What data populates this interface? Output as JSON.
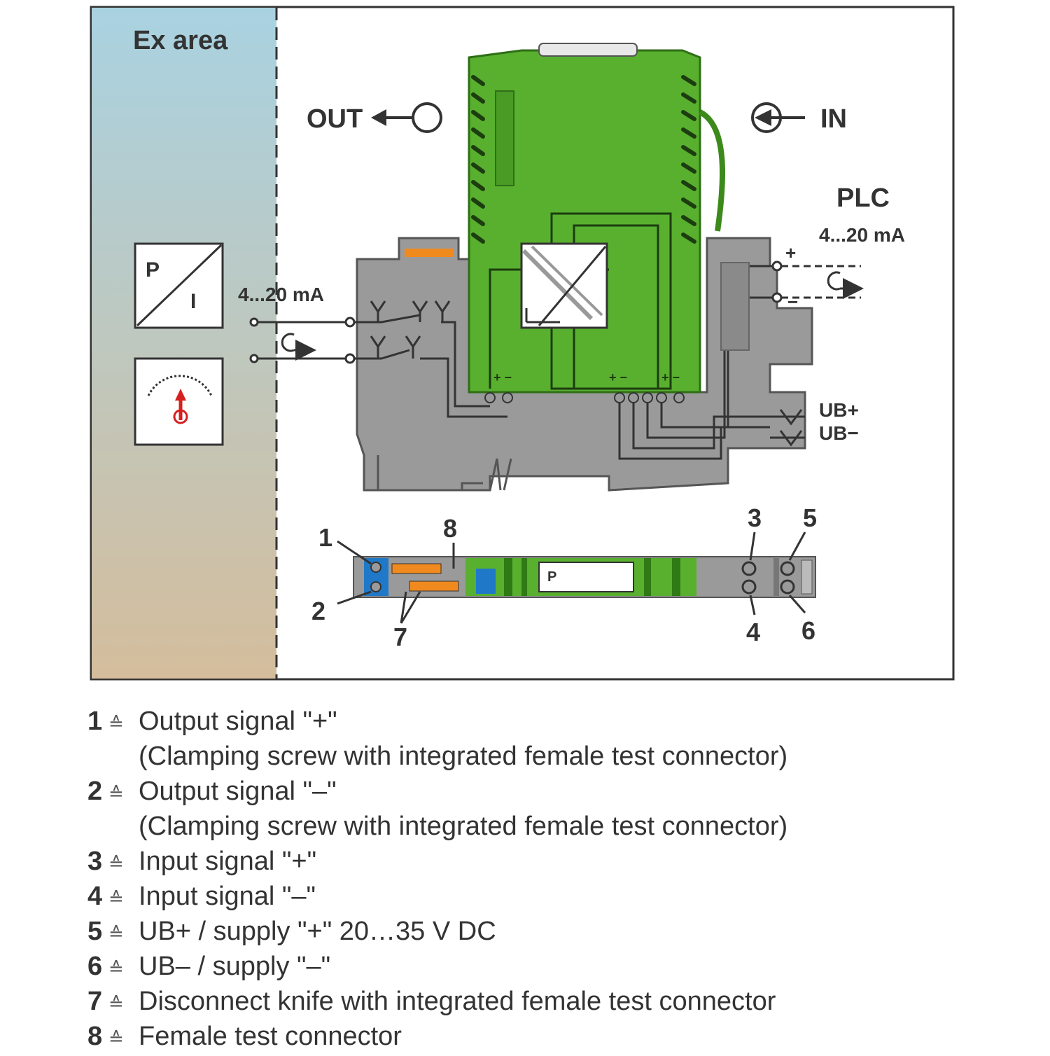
{
  "diagram": {
    "ex_area": "Ex area",
    "out": "OUT",
    "in": "IN",
    "plc": "PLC",
    "plc_range": "4...20 mA",
    "field_range": "4...20 mA",
    "pi_p": "P",
    "pi_i": "I",
    "plus": "+",
    "minus": "−",
    "ub_plus": "UB+",
    "ub_minus": "UB−",
    "callouts": [
      "1",
      "2",
      "3",
      "4",
      "5",
      "6",
      "7",
      "8"
    ]
  },
  "legend": {
    "symbol": "≙",
    "items": [
      {
        "num": "1",
        "text": "Output signal \"+\"",
        "sub": "(Clamping screw with integrated female test connector)"
      },
      {
        "num": "2",
        "text": "Output signal \"–\"",
        "sub": "(Clamping screw with integrated female test connector)"
      },
      {
        "num": "3",
        "text": "Input signal \"+\""
      },
      {
        "num": "4",
        "text": "Input signal \"–\""
      },
      {
        "num": "5",
        "text": "UB+ / supply \"+\" 20…35 V DC"
      },
      {
        "num": "6",
        "text": "UB– / supply \"–\""
      },
      {
        "num": "7",
        "text": "Disconnect knife with integrated female test connector"
      },
      {
        "num": "8",
        "text": "Female test connector"
      }
    ]
  },
  "colors": {
    "ex_area_top": "#a9d2e1",
    "ex_area_bottom": "#d4bd9c",
    "module_green": "#58b02e",
    "housing_gray": "#9a9a9a",
    "accent_orange": "#f08a1e",
    "accent_blue": "#1f78c8"
  }
}
